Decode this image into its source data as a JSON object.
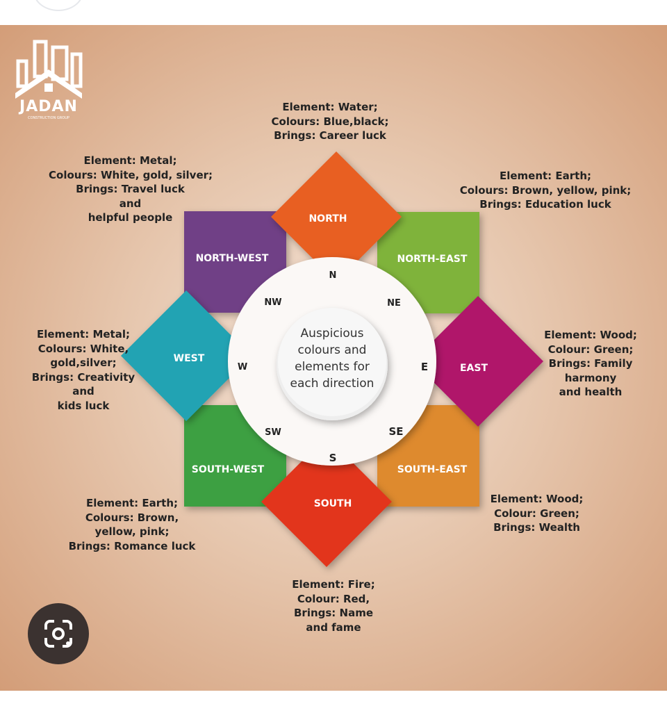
{
  "logo": {
    "name": "JADAN",
    "subtitle": "CONSTRUCTION GROUP"
  },
  "center": {
    "lines": [
      "Auspicious",
      "colours and",
      "elements for",
      "each direction"
    ]
  },
  "compass": {
    "N": "N",
    "NE": "NE",
    "E": "E",
    "SE": "SE",
    "S": "S",
    "SW": "SW",
    "W": "W",
    "NW": "NW"
  },
  "directions": [
    {
      "label": "NORTH",
      "color": "#e85f22",
      "lines": [
        "Element: Water;",
        "Colours: Blue,black;",
        "Brings: Career luck"
      ]
    },
    {
      "label": "NORTH-EAST",
      "color": "#7fb33a",
      "lines": [
        "Element: Earth;",
        "Colours: Brown, yellow, pink;",
        "Brings: Education luck"
      ]
    },
    {
      "label": "EAST",
      "color": "#b0196a",
      "lines": [
        "Element: Wood;",
        "Colour: Green;",
        "Brings: Family",
        "harmony",
        "and health"
      ]
    },
    {
      "label": "SOUTH-EAST",
      "color": "#de8a2e",
      "lines": [
        "Element: Wood;",
        "Colour: Green;",
        "Brings: Wealth"
      ]
    },
    {
      "label": "SOUTH",
      "color": "#e2361f",
      "lines": [
        "Element: Fire;",
        "Colour: Red,",
        "Brings: Name",
        "and fame"
      ]
    },
    {
      "label": "SOUTH-WEST",
      "color": "#3ea043",
      "lines": [
        "Element: Earth;",
        "Colours: Brown,",
        "yellow, pink;",
        "Brings: Romance luck"
      ]
    },
    {
      "label": "WEST",
      "color": "#22a3b3",
      "lines": [
        "Element: Metal;",
        "Colours: White,",
        "gold,silver;",
        "Brings: Creativity",
        "and",
        "kids luck"
      ]
    },
    {
      "label": "NORTH-WEST",
      "color": "#6f3f86",
      "lines": [
        "Element: Metal;",
        "Colours: White, gold, silver;",
        "Brings: Travel luck",
        "and",
        "helpful people"
      ]
    }
  ]
}
